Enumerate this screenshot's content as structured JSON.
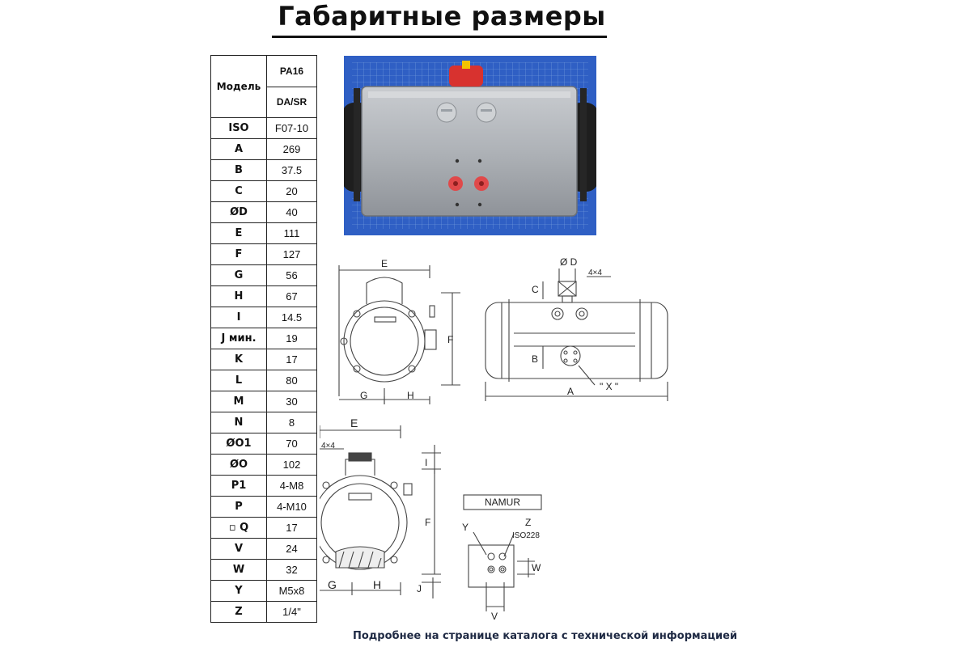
{
  "title": "Габаритные размеры",
  "table": {
    "model_label": "Модель",
    "model_value": "PA16",
    "type_value": "DA/SR",
    "rows": [
      {
        "k": "ISO",
        "v": "F07-10"
      },
      {
        "k": "A",
        "v": "269"
      },
      {
        "k": "B",
        "v": "37.5"
      },
      {
        "k": "C",
        "v": "20"
      },
      {
        "k": "ØD",
        "v": "40"
      },
      {
        "k": "E",
        "v": "111"
      },
      {
        "k": "F",
        "v": "127"
      },
      {
        "k": "G",
        "v": "56"
      },
      {
        "k": "H",
        "v": "67"
      },
      {
        "k": "I",
        "v": "14.5"
      },
      {
        "k": "J мин.",
        "v": "19"
      },
      {
        "k": "K",
        "v": "17"
      },
      {
        "k": "L",
        "v": "80"
      },
      {
        "k": "M",
        "v": "30"
      },
      {
        "k": "N",
        "v": "8"
      },
      {
        "k": "ØO1",
        "v": "70"
      },
      {
        "k": "ØO",
        "v": "102"
      },
      {
        "k": "P1",
        "v": "4-M8"
      },
      {
        "k": "P",
        "v": "4-M10"
      },
      {
        "k": "▫ Q",
        "v": "17"
      },
      {
        "k": "V",
        "v": "24"
      },
      {
        "k": "W",
        "v": "32"
      },
      {
        "k": "Y",
        "v": "M5x8"
      },
      {
        "k": "Z",
        "v": "1/4\""
      }
    ]
  },
  "drawing": {
    "top_left": {
      "E": "E",
      "F": "F",
      "G": "G",
      "H": "H"
    },
    "top_right": {
      "OD": "Ø D",
      "sq": "4×4",
      "C": "C",
      "B": "B",
      "A": "A",
      "X": "\" X \""
    },
    "bottom_left": {
      "E": "E",
      "sq": "4×4",
      "I": "I",
      "F": "F",
      "G": "G",
      "H": "H",
      "J": "J"
    },
    "namur": {
      "title": "NAMUR",
      "Y": "Y",
      "Z": "Z",
      "iso": "ISO228",
      "W": "W",
      "V": "V"
    }
  },
  "footer": "Подробнее на странице каталога с технической информацией"
}
